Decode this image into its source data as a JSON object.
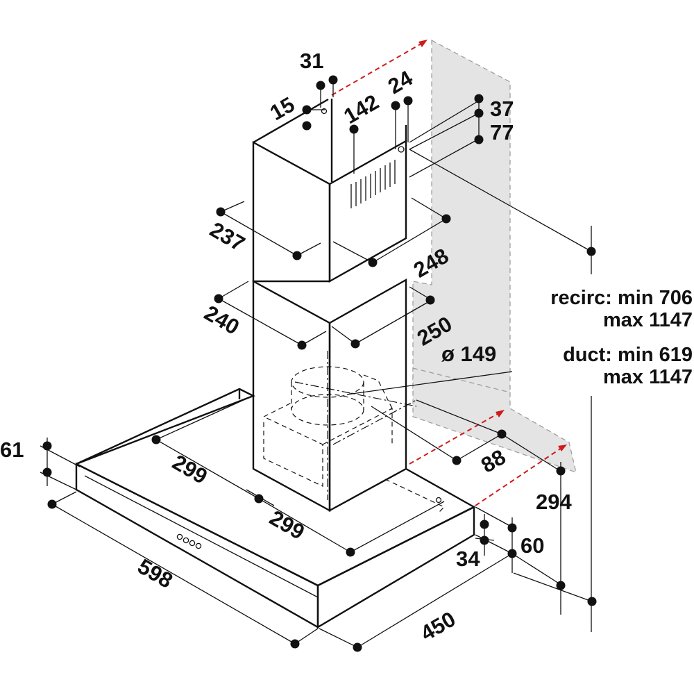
{
  "colors": {
    "ink": "#111111",
    "wall_fill": "#e4e4e4",
    "arrow_red": "#d11a1a"
  },
  "dimensions": {
    "d31": "31",
    "d15": "15",
    "d142": "142",
    "d24": "24",
    "d37": "37",
    "d77": "77",
    "d237": "237",
    "d248": "248",
    "d240": "240",
    "d250": "250",
    "d149": "ø 149",
    "d299a": "299",
    "d299b": "299",
    "d88": "88",
    "d61": "61",
    "d598": "598",
    "d450": "450",
    "d294": "294",
    "d60": "60",
    "d34": "34"
  },
  "notes": {
    "recirc_line1": "recirc: min 706",
    "recirc_line2": "max 1147",
    "duct_line1": "duct: min 619",
    "duct_line2": "max 1147"
  }
}
